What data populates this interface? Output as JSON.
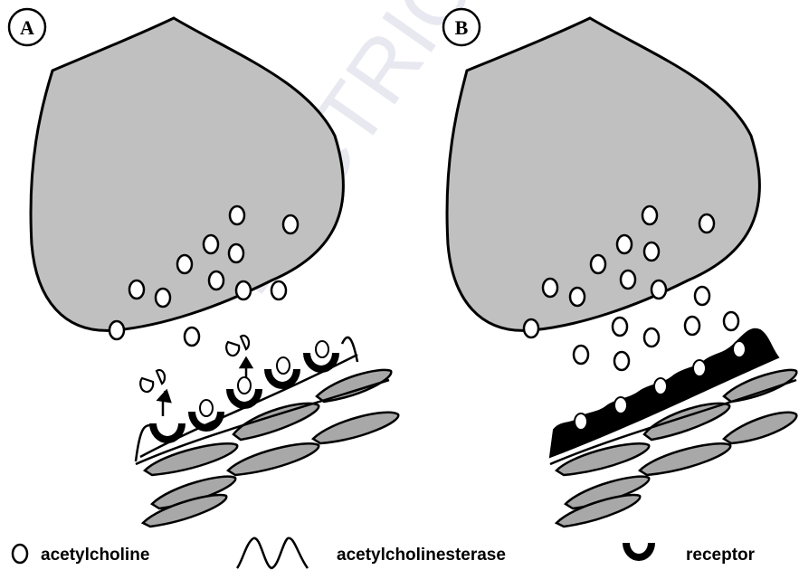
{
  "panels": [
    {
      "label": "A"
    },
    {
      "label": "B"
    }
  ],
  "watermark": {
    "text": "BECTRIC"
  },
  "legend": {
    "acetylcholine": "acetylcholine",
    "acetylcholinesterase": "acetylcholinesterase",
    "receptor": "receptor"
  },
  "colors": {
    "terminal_fill": "#c0c0c0",
    "muscle_fill": "#a8a8a8",
    "receptor_fill": "#000000",
    "outline": "#000000",
    "watermark": "#e6e6ef"
  }
}
